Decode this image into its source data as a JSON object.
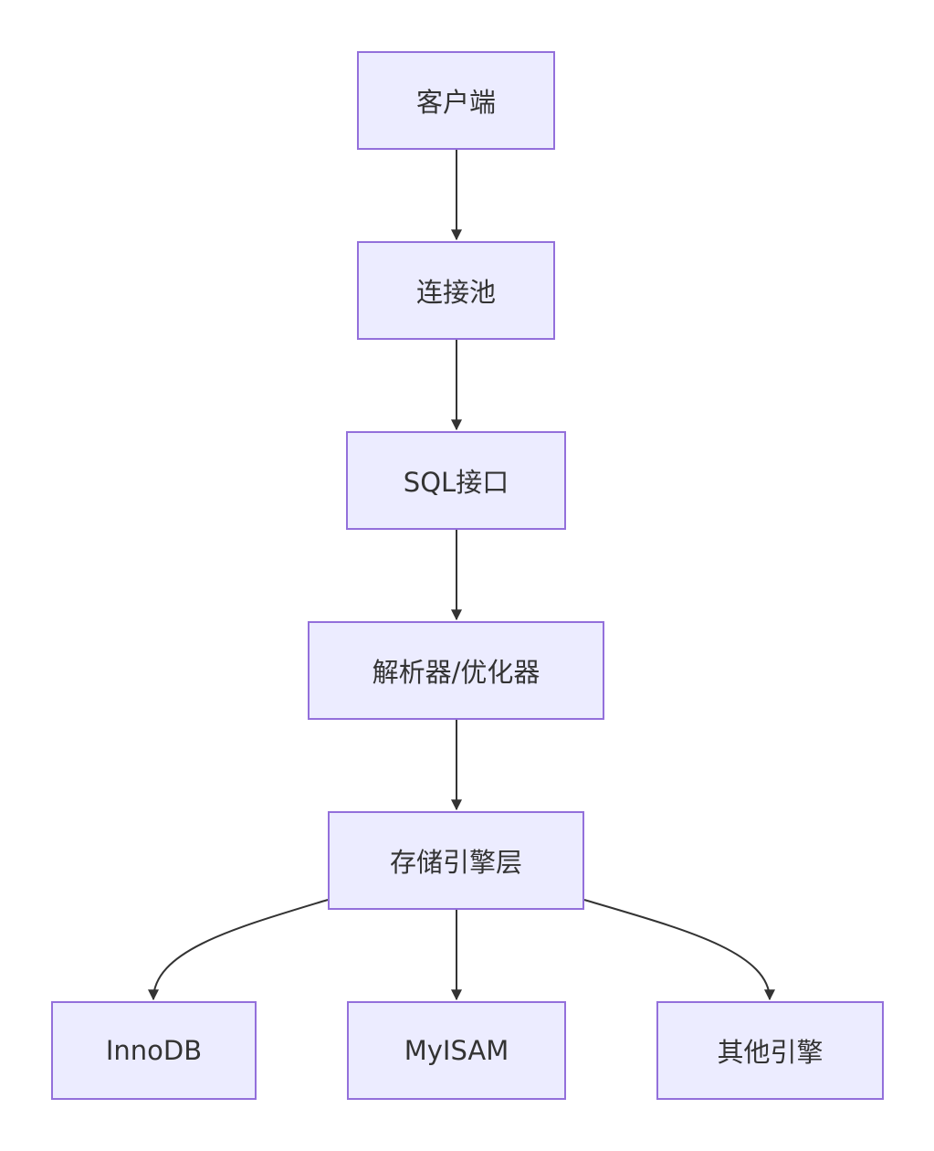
{
  "diagram": {
    "type": "flowchart",
    "direction": "top-down",
    "colors": {
      "node_fill": "#ececff",
      "node_border": "#9370db",
      "edge": "#333333",
      "text": "#333333"
    },
    "nodes": {
      "client": "客户端",
      "connection_pool": "连接池",
      "sql_interface": "SQL接口",
      "parser_optimizer": "解析器/优化器",
      "storage_engine_layer": "存储引擎层",
      "innodb": "InnoDB",
      "myisam": "MyISAM",
      "other_engines": "其他引擎"
    },
    "edges": [
      {
        "from": "client",
        "to": "connection_pool"
      },
      {
        "from": "connection_pool",
        "to": "sql_interface"
      },
      {
        "from": "sql_interface",
        "to": "parser_optimizer"
      },
      {
        "from": "parser_optimizer",
        "to": "storage_engine_layer"
      },
      {
        "from": "storage_engine_layer",
        "to": "innodb"
      },
      {
        "from": "storage_engine_layer",
        "to": "myisam"
      },
      {
        "from": "storage_engine_layer",
        "to": "other_engines"
      }
    ]
  }
}
